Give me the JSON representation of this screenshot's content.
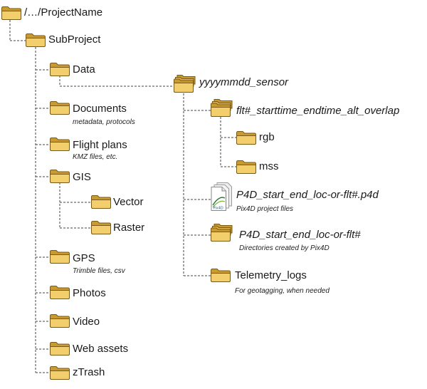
{
  "tree": {
    "root": {
      "label": "/…/ProjectName"
    },
    "subproject": {
      "label": "SubProject"
    },
    "data": {
      "label": "Data"
    },
    "documents": {
      "label": "Documents",
      "note": "metadata, protocols"
    },
    "flight_plans": {
      "label": "Flight plans",
      "note": "KMZ files, etc."
    },
    "gis": {
      "label": "GIS"
    },
    "vector": {
      "label": "Vector"
    },
    "raster": {
      "label": "Raster"
    },
    "gps": {
      "label": "GPS",
      "note": "Trimble files, csv"
    },
    "photos": {
      "label": "Photos"
    },
    "video": {
      "label": "Video"
    },
    "web_assets": {
      "label": "Web assets"
    },
    "ztrash": {
      "label": "zTrash"
    },
    "sensor": {
      "label": "yyyymmdd_sensor"
    },
    "flight": {
      "label": "flt#_starttime_endtime_alt_overlap"
    },
    "rgb": {
      "label": "rgb"
    },
    "mss": {
      "label": "mss"
    },
    "p4d_file": {
      "label": "P4D_start_end_loc-or-flt#.p4d",
      "note": "Pix4D project files",
      "icon_text": "Pix4D"
    },
    "p4d_dir": {
      "label": "P4D_start_end_loc-or-flt#",
      "note": "Directories created by Pix4D"
    },
    "telemetry": {
      "label": "Telemetry_logs",
      "note": "For geotagging, when needed"
    }
  },
  "icons": {
    "folder": "folder-icon",
    "folder_stack": "folder-stack-icon",
    "file": "pix4d-file-icon"
  },
  "colors": {
    "folder_fill": "#F3CE6C",
    "folder_dark": "#C99A30",
    "folder_outline": "#7A5A14",
    "connector": "#444444"
  }
}
